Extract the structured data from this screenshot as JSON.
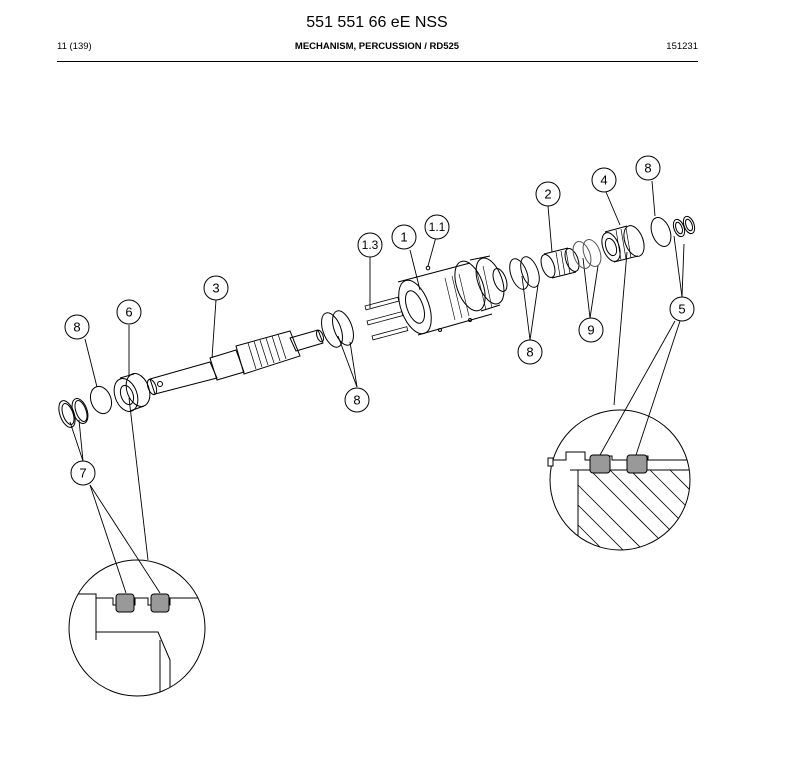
{
  "header": {
    "title": "551 551 66 eE NSS",
    "page": "11 (139)",
    "section": "MECHANISM, PERCUSSION / RD525",
    "code": "151231"
  },
  "callouts": [
    "1",
    "1.1",
    "1.3",
    "2",
    "3",
    "4",
    "5",
    "6",
    "7",
    "8",
    "9"
  ]
}
